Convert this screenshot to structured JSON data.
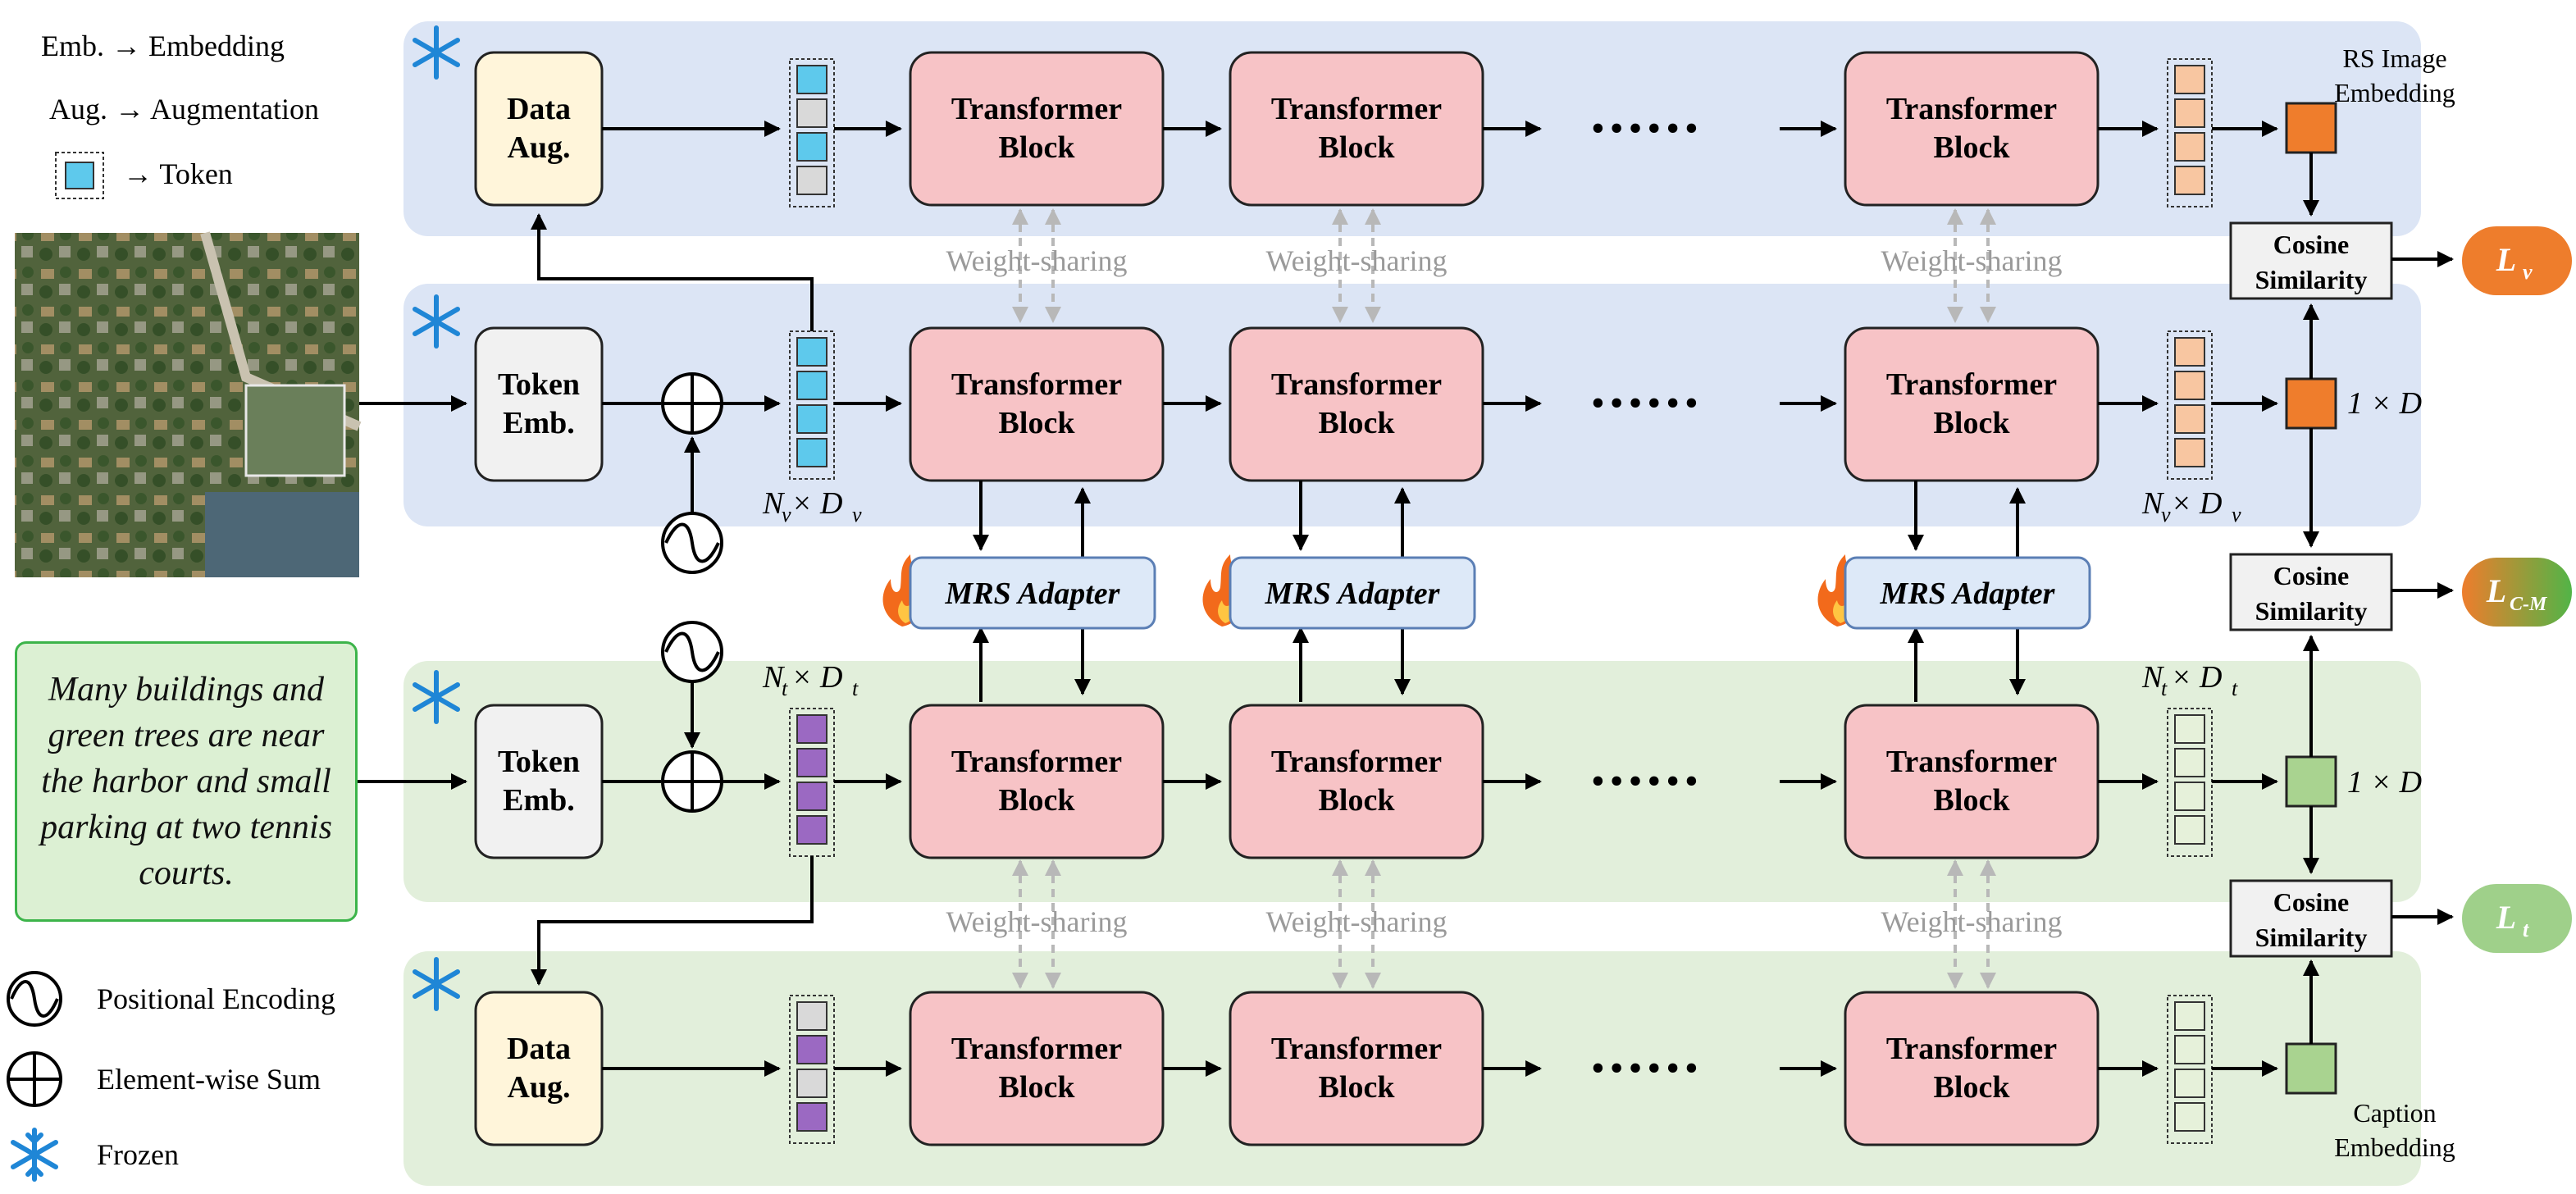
{
  "legend": {
    "emb": "Emb. → Embedding",
    "aug": "Aug. → Augmentation",
    "token": "→ Token",
    "positional": "Positional Encoding",
    "sum": "Element-wise Sum",
    "frozen": "Frozen"
  },
  "caption_text": "Many buildings and green trees are near the harbor and small parking at two tennis courts.",
  "labels": {
    "data_aug_1": "Data",
    "data_aug_2": "Aug.",
    "token_emb_1": "Token",
    "token_emb_2": "Emb.",
    "transformer_1": "Transformer",
    "transformer_2": "Block",
    "weight_sharing": "Weight-sharing",
    "mrs_adapter": "MRS Adapter",
    "cosine_1": "Cosine",
    "cosine_2": "Similarity",
    "dots": "••••••",
    "rs_embedding_1": "RS Image",
    "rs_embedding_2": "Embedding",
    "caption_embedding_1": "Caption",
    "caption_embedding_2": "Embedding",
    "dim_1xD": "1 × D",
    "nv_dv": "N × D",
    "nt_dt": "N × D",
    "sub_v": "v",
    "sub_t": "t",
    "loss_v": "L",
    "loss_v_sub": "v",
    "loss_cm": "L",
    "loss_cm_sub": "C-M",
    "loss_t": "L",
    "loss_t_sub": "t"
  },
  "colors": {
    "blue_band": "#dce5f5",
    "green_band": "#e2efdb",
    "transformer": "#f7c3c6",
    "data_aug": "#fff5da",
    "token_emb": "#f1f1f1",
    "adapter": "#dde9f8",
    "token_blue": "#5ec9ec",
    "token_purple": "#9b69c2",
    "token_orange_out": "#f8c6a1",
    "token_green_out": "#e6f1da",
    "token_gray": "#d9d9d9",
    "emb_orange": "#ef7d2c",
    "emb_green": "#a9d390",
    "loss_orange": "#ee7d2c",
    "loss_green": "#9fd08a",
    "snowflake": "#1f86d6",
    "fire": "#f26a1b"
  }
}
